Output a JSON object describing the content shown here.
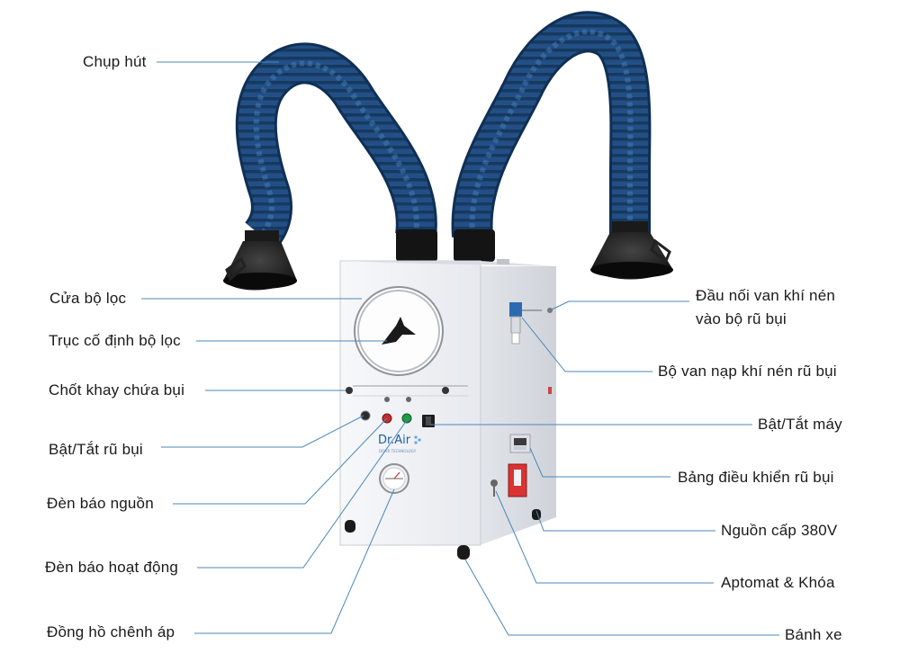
{
  "brand": {
    "name": "Dr.Air",
    "tagline": "DRAIR TECHNOLOGY"
  },
  "labels_left": [
    {
      "id": "chup-hut",
      "text": "Chụp hút"
    },
    {
      "id": "cua-bo-loc",
      "text": "Cửa bộ lọc"
    },
    {
      "id": "truc-co-dinh",
      "text": "Trục cố định bộ lọc"
    },
    {
      "id": "chot-khay",
      "text": "Chốt khay chứa bụi"
    },
    {
      "id": "bat-tat-ru-bui",
      "text": "Bật/Tắt rũ bụi"
    },
    {
      "id": "den-bao-nguon",
      "text": "Đèn báo nguồn"
    },
    {
      "id": "den-bao-hoat-dong",
      "text": "Đèn báo hoạt động"
    },
    {
      "id": "dong-ho",
      "text": "Đồng hồ chênh áp"
    }
  ],
  "labels_right": [
    {
      "id": "dau-noi-van",
      "text": "Đầu nối van khí nén",
      "text2": "vào bộ rũ bụi"
    },
    {
      "id": "bo-van-nap",
      "text": "Bộ van nạp khí nén rũ bụi"
    },
    {
      "id": "bat-tat-may",
      "text": "Bật/Tắt máy"
    },
    {
      "id": "bang-dieu-khien",
      "text": "Bảng điều khiển rũ bụi"
    },
    {
      "id": "nguon-cap",
      "text": "Nguồn cấp 380V"
    },
    {
      "id": "aptomat",
      "text": "Aptomat & Khóa"
    },
    {
      "id": "banh-xe",
      "text": "Bánh xe"
    }
  ],
  "colors": {
    "hose": "#1f4f86",
    "line": "#3f7fb0",
    "body": "#f4f5f7",
    "hood": "#1b1b1b"
  }
}
